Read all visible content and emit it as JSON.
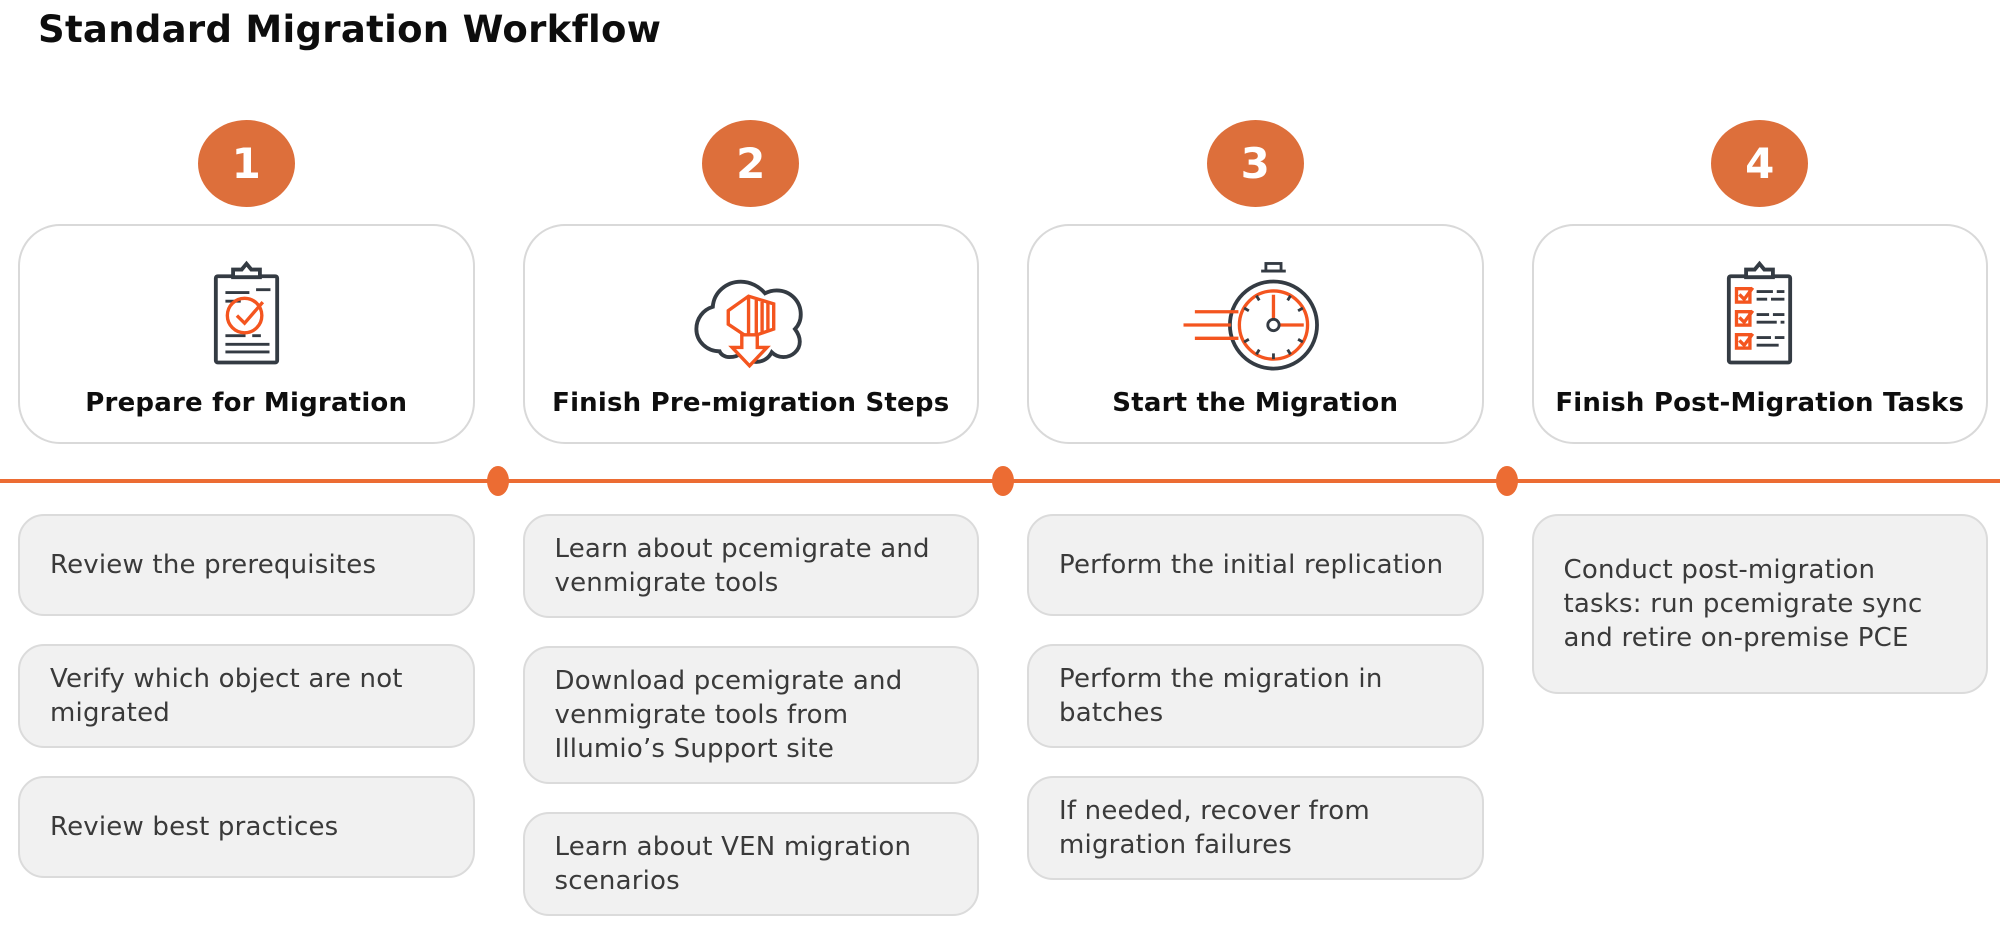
{
  "page": {
    "title": "Standard Migration Workflow"
  },
  "colors": {
    "accent_circle": "#DD6F3B",
    "accent_line": "#EC6C33",
    "icon_orange": "#F4551F",
    "icon_dark": "#343B43",
    "card_border": "#D9D9D9",
    "task_bg": "#F1F1F1",
    "text_dark": "#0D0D0D",
    "task_text": "#3A3A3A"
  },
  "steps": [
    {
      "number": "1",
      "title": "Prepare for Migration",
      "icon": "clipboard-check-icon",
      "tasks": [
        "Review the prerequisites",
        "Verify which object are not migrated",
        "Review best practices"
      ]
    },
    {
      "number": "2",
      "title": "Finish Pre-migration Steps",
      "icon": "cloud-download-icon",
      "tasks": [
        "Learn about pcemigrate and venmigrate tools",
        "Download pcemigrate and venmigrate tools from Illumio’s Support site",
        "Learn about VEN migration  scenarios"
      ]
    },
    {
      "number": "3",
      "title": "Start the Migration",
      "icon": "stopwatch-icon",
      "tasks": [
        "Perform the initial replication",
        "Perform the migration in batches",
        "If needed, recover from migration failures"
      ]
    },
    {
      "number": "4",
      "title": "Finish Post-Migration Tasks",
      "icon": "checklist-clipboard-icon",
      "tasks": [
        "Conduct post-migration tasks: run pcemigrate sync and retire on-premise PCE"
      ]
    }
  ]
}
